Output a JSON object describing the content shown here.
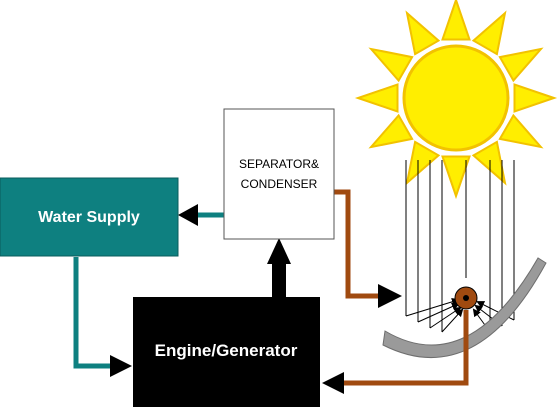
{
  "blocks": {
    "water_supply": "Water Supply",
    "separator_line1": "SEPARATOR&",
    "separator_line2": "CONDENSER",
    "engine": "Engine/Generator"
  },
  "colors": {
    "water": "#0e8080",
    "steam": "#a04a10",
    "sun_fill": "#ffee00",
    "sun_stroke": "#f2c200",
    "dish": "#9a9a9a",
    "engine": "#000000"
  },
  "icons": {
    "sun": "sun-icon",
    "dish": "parabolic-reflector",
    "receiver": "receiver-icon"
  }
}
